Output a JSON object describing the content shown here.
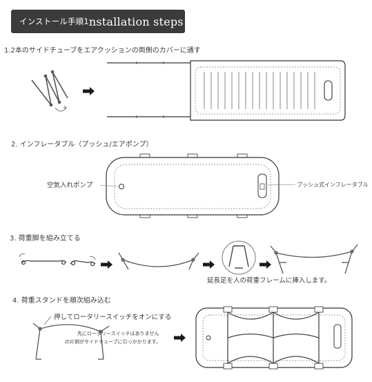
{
  "header": {
    "title_jp": "インストール手順1",
    "title_en": "nstallation steps",
    "bg_color": "#3b3b3b"
  },
  "steps": [
    {
      "number": "1.",
      "label": "2本のサイドチューブをエアクッションの両側のカバーに通す"
    },
    {
      "number": "2.",
      "label": "インフレータブル（プッシュ/エアポンプ）"
    },
    {
      "number": "3.",
      "label": "荷重脚を組み立てる"
    },
    {
      "number": "4.",
      "label": "荷重スタンドを順次組み込む"
    }
  ],
  "annotations": {
    "air_valve": "空気入れポンプ",
    "push_inflatable": "プッシュ式インフレータブル",
    "extension_leg": "延長足を人の荷重フレームに挿入します。",
    "press_rotary": "押してロータリースイッチをオンにする",
    "note_line1": "先にロータリースイッチはありません",
    "note_line2": "の片側がサイドチューブに引っかかります。"
  },
  "icons": [
    "folded-poles-icon",
    "arrow-right-icon",
    "rotate-arrow-icon",
    "leg-detail-icon"
  ]
}
